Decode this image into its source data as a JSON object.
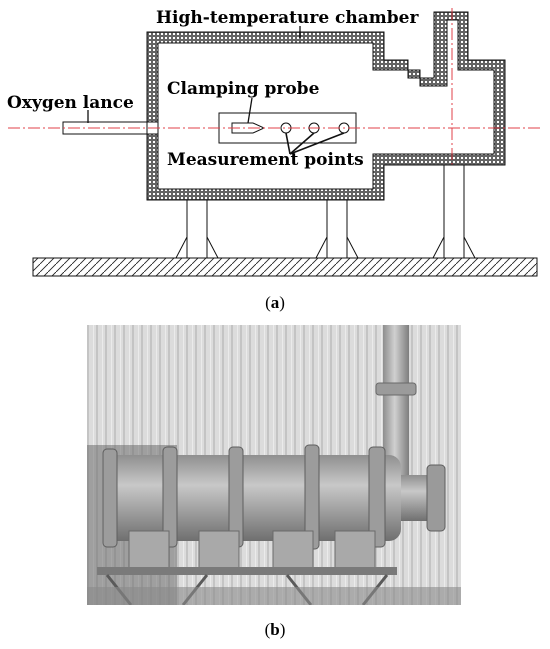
{
  "figure_a": {
    "labels": {
      "chamber": "High-temperature chamber",
      "lance": "Oxygen lance",
      "probe": "Clamping probe",
      "points": "Measurement points"
    },
    "caption_letter": "a"
  },
  "figure_b": {
    "caption_letter": "b"
  },
  "colors": {
    "centerline": "#e0404a",
    "line": "#111111",
    "brick_fill": "#b9b9b9",
    "wall_bg": "#d9d9d9",
    "metal": "#9a9a9a"
  }
}
